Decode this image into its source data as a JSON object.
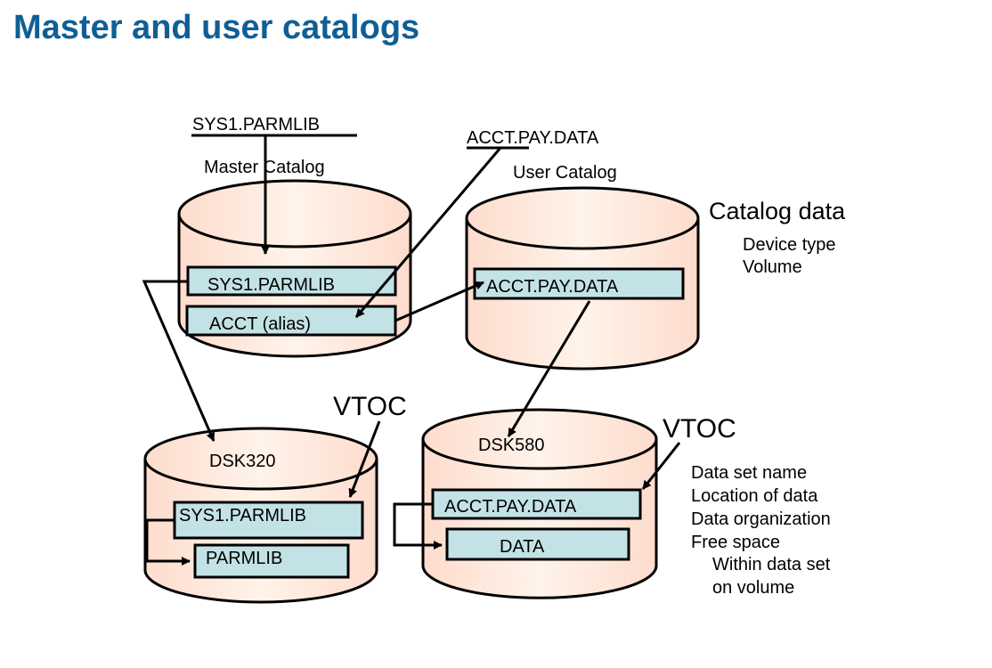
{
  "title": "Master and user catalogs",
  "colors": {
    "title": "#0f5f96",
    "cylinder_fill_light": "#fff3ea",
    "cylinder_fill_dark": "#fddccd",
    "box_fill": "#c3e2e6",
    "stroke": "#000000"
  },
  "labels": {
    "sys1_parmlib_request": "SYS1.PARMLIB",
    "acct_pay_data_request": "ACCT.PAY.DATA",
    "master_catalog": "Master Catalog",
    "user_catalog": "User  Catalog",
    "catalog_data_heading": "Catalog data",
    "vtoc_left": "VTOC",
    "vtoc_right": "VTOC"
  },
  "catalog_data_items": [
    "Device type",
    "Volume"
  ],
  "vtoc_items": [
    "Data set name",
    "Location of data",
    "Data organization",
    "Free space",
    "Within data set",
    "on volume"
  ],
  "cylinders": {
    "master": {
      "entries": [
        "SYS1.PARMLIB",
        "ACCT (alias)"
      ]
    },
    "user": {
      "entries": [
        "ACCT.PAY.DATA"
      ]
    },
    "dsk320": {
      "name": "DSK320",
      "entries": [
        "SYS1.PARMLIB",
        "PARMLIB"
      ]
    },
    "dsk580": {
      "name": "DSK580",
      "entries": [
        "ACCT.PAY.DATA",
        "DATA"
      ]
    }
  }
}
